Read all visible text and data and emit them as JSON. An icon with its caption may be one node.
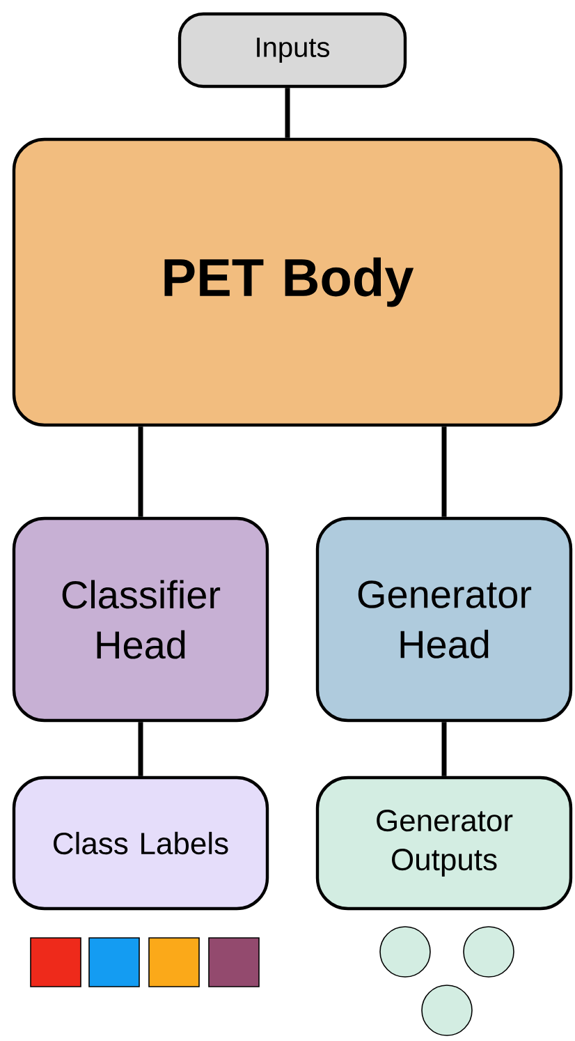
{
  "diagram": {
    "nodes": [
      {
        "text": [
          "Inputs"
        ]
      },
      {
        "text": [
          "PET Body"
        ]
      },
      {
        "text": [
          "Classifier Head"
        ]
      },
      {
        "text": [
          "Generator Head"
        ]
      },
      {
        "text": [
          "Class Labels"
        ]
      },
      {
        "text": [
          "Generator Outputs"
        ]
      }
    ],
    "edges": [
      {
        "from": 0,
        "to": 1,
        "arrow": "none"
      },
      {
        "from": 1,
        "to": 2,
        "arrow": "none"
      },
      {
        "from": 1,
        "to": 3,
        "arrow": "none"
      },
      {
        "from": 2,
        "to": 4,
        "arrow": "none"
      },
      {
        "from": 3,
        "to": 5,
        "arrow": "none"
      }
    ]
  }
}
